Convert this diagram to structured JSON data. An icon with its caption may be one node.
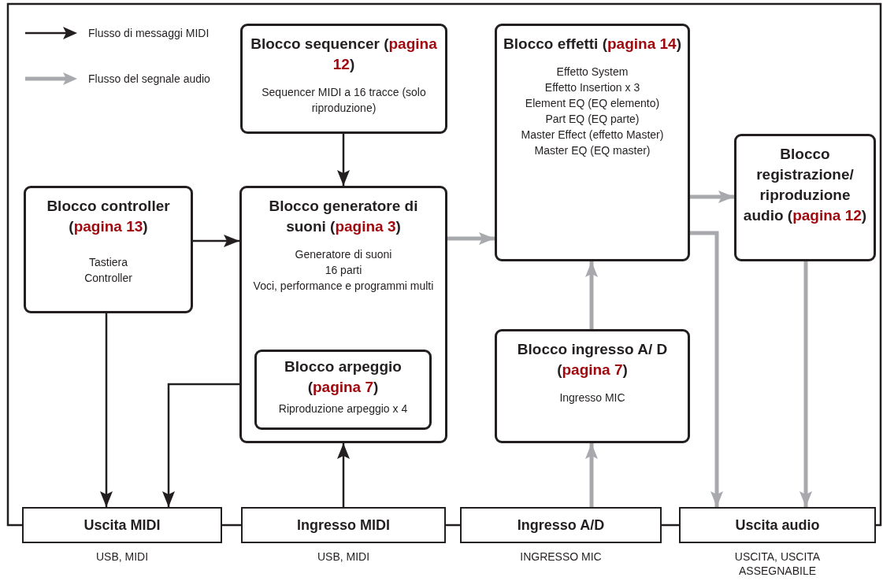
{
  "diagram": {
    "nodes": [
      {
        "text": [
          "Blocco sequencer (*pagina 12*)",
          "Sequencer MIDI a 16 tracce (solo riproduzione)"
        ]
      },
      {
        "text": [
          "Blocco effetti (*pagina 14*)",
          "Effetto System",
          "Effetto Insertion x 3",
          "Element EQ (EQ elemento)",
          "Part EQ (EQ parte)",
          "Master Effect (effetto Master)",
          "Master EQ (EQ master)"
        ]
      },
      {
        "text": [
          "Blocco controller (*pagina 13*)",
          "Tastiera",
          "Controller"
        ]
      },
      {
        "text": [
          "Blocco generatore di suoni (*pagina 3*)",
          "Generatore di suoni",
          "16 parti",
          "Voci, performance e programmi multi"
        ]
      },
      {
        "text": [
          "Blocco arpeggio (*pagina 7*)",
          "Riproduzione arpeggio x 4"
        ],
        "in": 3
      },
      {
        "text": [
          "Blocco registrazione/ riproduzione audio (*pagina 12*)"
        ]
      },
      {
        "text": [
          "Blocco ingresso A/ D (*pagina 7*)",
          "Ingresso MIC"
        ]
      },
      {
        "text": [
          "Uscita MIDI"
        ],
        "beside": [
          "USB, MIDI"
        ]
      },
      {
        "text": [
          "Ingresso MIDI"
        ],
        "beside": [
          "USB, MIDI"
        ]
      },
      {
        "text": [
          "Ingresso A/D"
        ],
        "beside": [
          "INGRESSO MIC"
        ]
      },
      {
        "text": [
          "Uscita audio"
        ],
        "beside": [
          "USCITA, USCITA ASSEGNABILE"
        ]
      }
    ],
    "edges": [
      {
        "from": 0,
        "to": 3,
        "arrow": "to"
      },
      {
        "from": 2,
        "to": 3,
        "arrow": "to"
      },
      {
        "from": 3,
        "to": 1,
        "arrow": "to",
        "style": "thick",
        "color": "#a7a9ac"
      },
      {
        "from": 1,
        "to": 5,
        "arrow": "to",
        "style": "thick",
        "color": "#a7a9ac"
      },
      {
        "from": 1,
        "to": 10,
        "arrow": "to",
        "style": "thick",
        "color": "#a7a9ac"
      },
      {
        "from": 5,
        "to": 10,
        "arrow": "to",
        "style": "thick",
        "color": "#a7a9ac"
      },
      {
        "from": 6,
        "to": 1,
        "arrow": "to",
        "style": "thick",
        "color": "#a7a9ac"
      },
      {
        "from": 9,
        "to": 6,
        "arrow": "to",
        "style": "thick",
        "color": "#a7a9ac"
      },
      {
        "from": 2,
        "to": 7,
        "arrow": "to"
      },
      {
        "from": 4,
        "to": 7,
        "arrow": "to"
      },
      {
        "from": 8,
        "to": 3,
        "arrow": "to"
      },
      {
        "from": 7,
        "to": 8,
        "arrow": "none"
      },
      {
        "from": 8,
        "to": 9,
        "arrow": "none"
      },
      {
        "from": 9,
        "to": 10,
        "arrow": "none"
      },
      {
        "from": 7,
        "to": 10,
        "arrow": "none"
      }
    ],
    "legend": [
      {
        "text": "Flusso di messaggi MIDI"
      },
      {
        "text": "Flusso del segnale audio"
      }
    ]
  }
}
